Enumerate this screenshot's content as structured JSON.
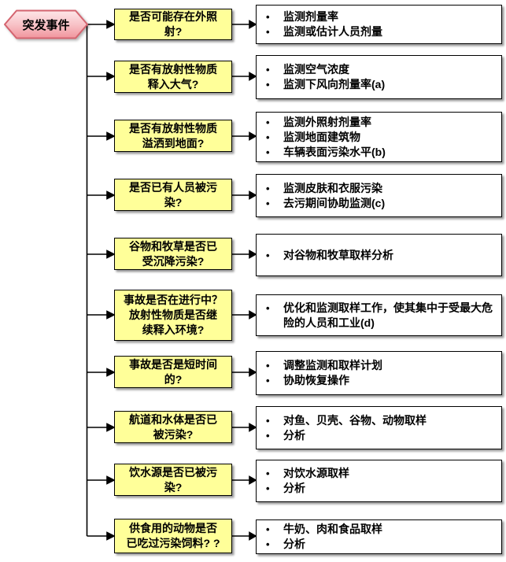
{
  "start": {
    "label": "突发事件"
  },
  "colors": {
    "question_fill": "#FFFF99",
    "action_fill": "#FFFFFF",
    "start_fill_top": "#FDE6E8",
    "start_fill_bottom": "#F0959D",
    "start_border": "#D4646F",
    "line_color": "#000000",
    "shadow_color": "#999999"
  },
  "rows": [
    {
      "question": "是否可能存在外照\n射?",
      "actions": [
        "监测剂量率",
        "监测或估计人员剂量"
      ]
    },
    {
      "question": "是否有放射性物质\n释入大气?",
      "actions": [
        "监测空气浓度",
        "监测下风向剂量率(a)"
      ]
    },
    {
      "question": "是否有放射性物质\n溢洒到地面?",
      "actions": [
        "监测外照射剂量率",
        "监测地面建筑物",
        "车辆表面污染水平(b)"
      ]
    },
    {
      "question": "是否已有人员被污\n染?",
      "actions": [
        "监测皮肤和衣服污染",
        "去污期间协助监测(c)"
      ]
    },
    {
      "question": "谷物和牧草是否已\n受沉降污染?",
      "actions": [
        "对谷物和牧草取样分析"
      ]
    },
    {
      "question": "事故是否在进行中？\n放射性物质是否继\n续释入环境?",
      "actions": [
        "优化和监测取样工作，使其集中于受最大危险的人员和工业(d)"
      ]
    },
    {
      "question": "事故是否是短时间\n的?",
      "actions": [
        "调整监测和取样计划",
        "协助恢复操作"
      ]
    },
    {
      "question": "航道和水体是否已\n被污染?",
      "actions": [
        "对鱼、贝壳、谷物、动物取样",
        "分析"
      ]
    },
    {
      "question": "饮水源是否已被污\n染?",
      "actions": [
        "对饮水源取样",
        "分析"
      ]
    },
    {
      "question": "供食用的动物是否\n已吃过污染饲料? ?",
      "actions": [
        "牛奶、肉和食品取样",
        "分析"
      ]
    }
  ]
}
